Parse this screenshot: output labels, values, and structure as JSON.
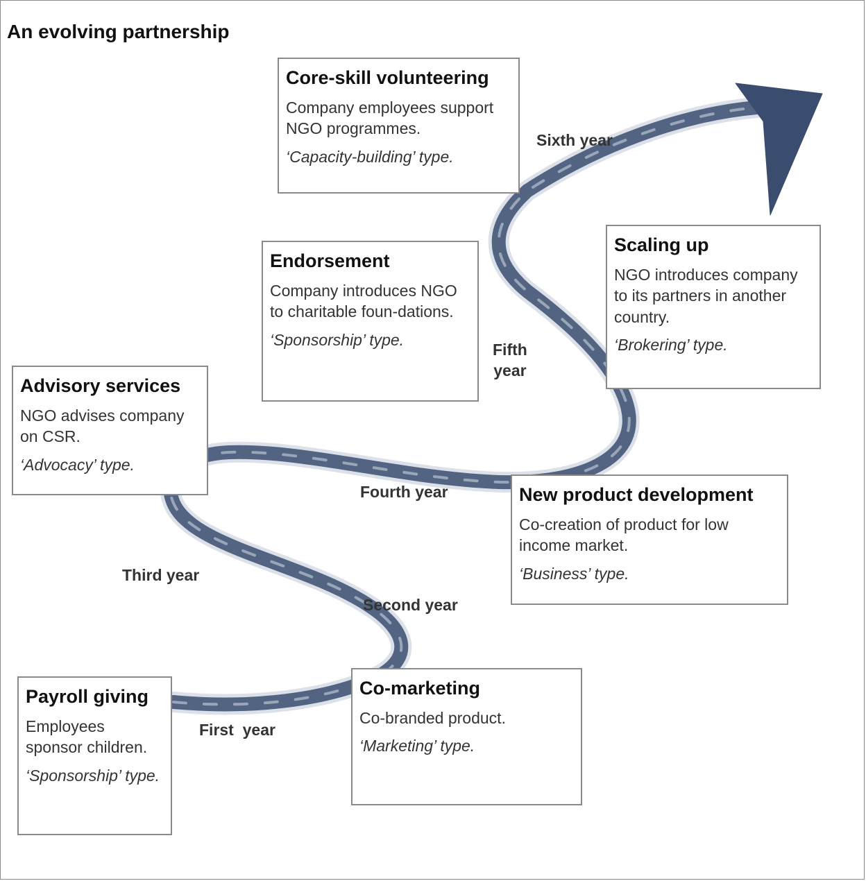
{
  "title": "An evolving partnership",
  "path_color": "#3a4d6e",
  "stages": [
    {
      "heading": "Payroll giving",
      "description": "Employees sponsor children.",
      "type": "‘Sponsorship’ type."
    },
    {
      "heading": "Co-marketing",
      "description": "Co-branded product.",
      "type": "‘Marketing’ type."
    },
    {
      "heading": "Advisory services",
      "description": "NGO advises company on CSR.",
      "type": "‘Advocacy’ type."
    },
    {
      "heading": "New product development",
      "description": "Co-creation of product for low income market.",
      "type": "‘Business’ type."
    },
    {
      "heading": "Endorsement",
      "description": "Company introduces NGO to charitable foun-dations.",
      "type": "‘Sponsorship’ type."
    },
    {
      "heading": "Scaling up",
      "description": "NGO introduces company to its partners in another country.",
      "type": "‘Brokering’ type."
    },
    {
      "heading": "Core-skill volunteering",
      "description": "Company employees support NGO programmes.",
      "type": "‘Capacity-building’  type."
    }
  ],
  "years": {
    "first": "First  year",
    "second": "Second year",
    "third": "Third year",
    "fourth": "Fourth year",
    "fifth": "Fifth\nyear",
    "sixth": "Sixth year"
  }
}
